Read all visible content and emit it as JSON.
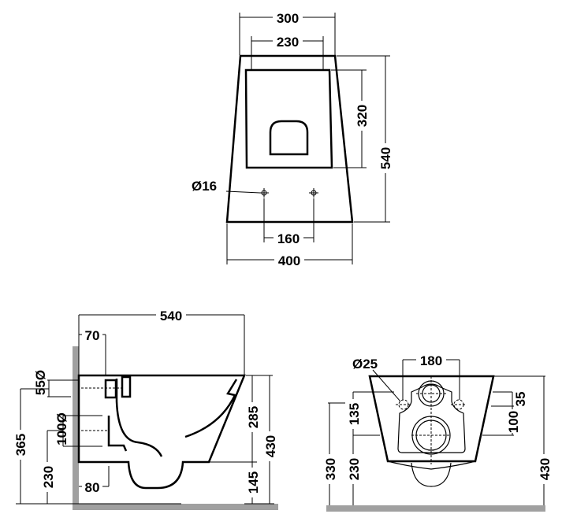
{
  "top_view": {
    "width_outer_top": "300",
    "width_inner_top": "230",
    "inner_depth": "320",
    "total_depth": "540",
    "hole_diameter": "Ø16",
    "hole_spacing": "160",
    "width_bottom": "400"
  },
  "side_view": {
    "length": "540",
    "top_offset": "70",
    "inlet_diameter": "55Ø",
    "outlet_diameter": "100Ø",
    "inlet_height": "365",
    "outlet_height": "230",
    "outlet_offset": "80",
    "bowl_height": "285",
    "bottom_clearance": "145",
    "rim_height": "430"
  },
  "front_view": {
    "bolt_diameter": "Ø25",
    "bolt_spacing": "180",
    "bolt_offset_top": "35",
    "bolt_to_outlet": "100",
    "outlet_from_bolt": "135",
    "bolt_height": "330",
    "outlet_height": "230",
    "rim_height": "430"
  }
}
